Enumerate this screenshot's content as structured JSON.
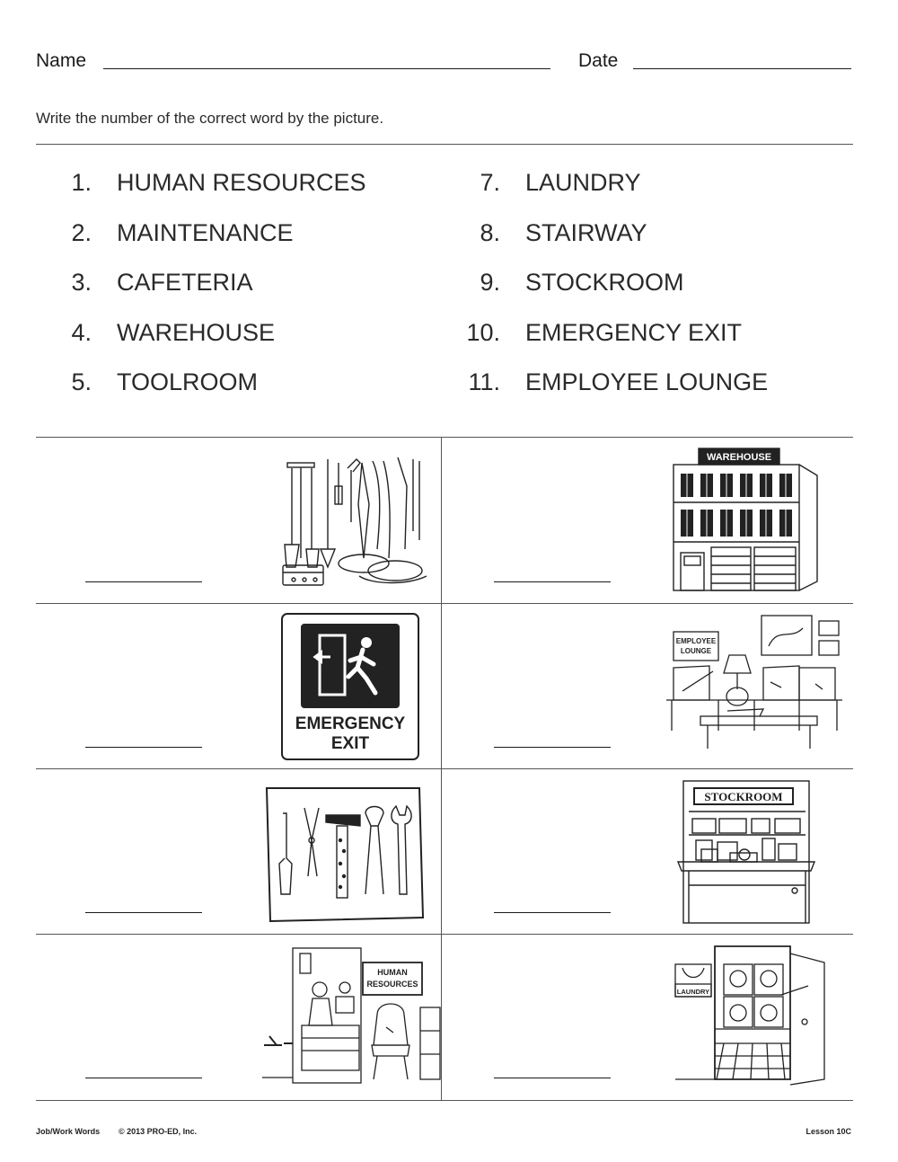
{
  "header": {
    "name_label": "Name",
    "date_label": "Date"
  },
  "instructions": "Write the number of the correct word by the picture.",
  "words": [
    {
      "num": "1.",
      "text": "HUMAN RESOURCES"
    },
    {
      "num": "2.",
      "text": "MAINTENANCE"
    },
    {
      "num": "3.",
      "text": "CAFETERIA"
    },
    {
      "num": "4.",
      "text": "WAREHOUSE"
    },
    {
      "num": "5.",
      "text": "TOOLROOM"
    },
    {
      "num": "7.",
      "text": "LAUNDRY"
    },
    {
      "num": "8.",
      "text": "STAIRWAY"
    },
    {
      "num": "9.",
      "text": "STOCKROOM"
    },
    {
      "num": "10.",
      "text": "EMERGENCY EXIT"
    },
    {
      "num": "11.",
      "text": "EMPLOYEE LOUNGE"
    }
  ],
  "pictures": {
    "maintenance": {
      "icon": "cleaning-tools-icon"
    },
    "warehouse": {
      "icon": "warehouse-building-icon",
      "sign": "WAREHOUSE"
    },
    "emergency_exit": {
      "icon": "emergency-exit-sign-icon",
      "sign_line1": "EMERGENCY",
      "sign_line2": "EXIT"
    },
    "employee_lounge": {
      "icon": "lounge-room-icon",
      "sign_line1": "EMPLOYEE",
      "sign_line2": "LOUNGE"
    },
    "toolroom": {
      "icon": "tool-board-icon"
    },
    "stockroom": {
      "icon": "stockroom-shelves-icon",
      "sign": "STOCKROOM"
    },
    "human_resources": {
      "icon": "office-room-icon",
      "sign_line1": "HUMAN",
      "sign_line2": "RESOURCES"
    },
    "laundry": {
      "icon": "laundry-room-icon",
      "sign": "LAUNDRY"
    }
  },
  "footer": {
    "left": "Job/Work Words",
    "copyright": "© 2013 PRO-ED, Inc.",
    "lesson": "Lesson 10C"
  }
}
